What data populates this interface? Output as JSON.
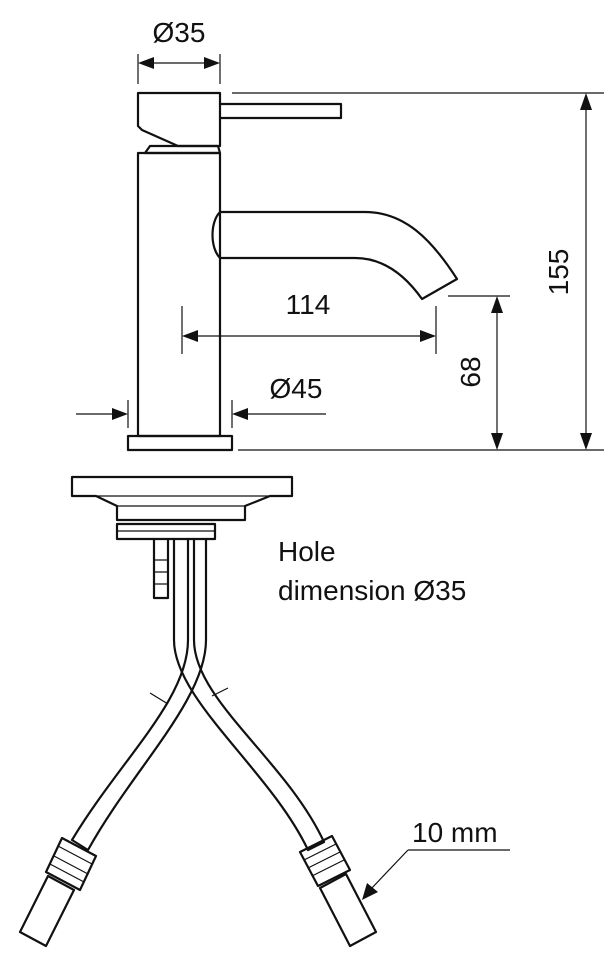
{
  "dimensions": {
    "top_diameter": "Ø35",
    "base_diameter": "Ø45",
    "spout_reach": "114",
    "spout_height": "68",
    "total_height": "155"
  },
  "note": {
    "line1": "Hole",
    "line2": "dimension Ø35"
  },
  "hose_label": "10 mm"
}
